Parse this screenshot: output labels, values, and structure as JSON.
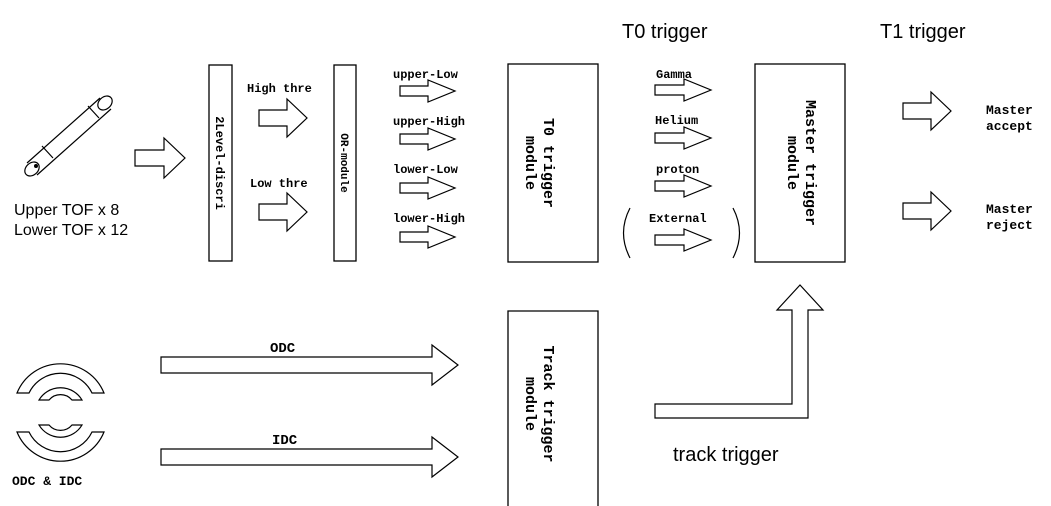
{
  "headers": {
    "t0_trigger": "T0 trigger",
    "t1_trigger": "T1 trigger"
  },
  "tof": {
    "upper": "Upper TOF x 8",
    "lower": "Lower TOF x 12"
  },
  "discriminator": {
    "module": "2Level-discri",
    "high_threshold": "High thre",
    "low_threshold": "Low thre"
  },
  "or_module": "OR-module",
  "t0_inputs": [
    "upper-Low",
    "upper-High",
    "lower-Low",
    "lower-High"
  ],
  "t0_module": {
    "line1": "T0 trigger",
    "line2": "module"
  },
  "t0_outputs": {
    "gamma": "Gamma",
    "helium": "Helium",
    "proton": "proton",
    "external": "External"
  },
  "master_module": {
    "line1": "Master trigger",
    "line2": "module"
  },
  "master_outputs": {
    "accept_line1": "Master",
    "accept_line2": "accept",
    "reject_line1": "Master",
    "reject_line2": "reject"
  },
  "chambers": {
    "label": "ODC & IDC",
    "odc": "ODC",
    "idc": "IDC"
  },
  "track_module": {
    "line1": "Track trigger",
    "line2": "module"
  },
  "track_trigger": "track trigger"
}
